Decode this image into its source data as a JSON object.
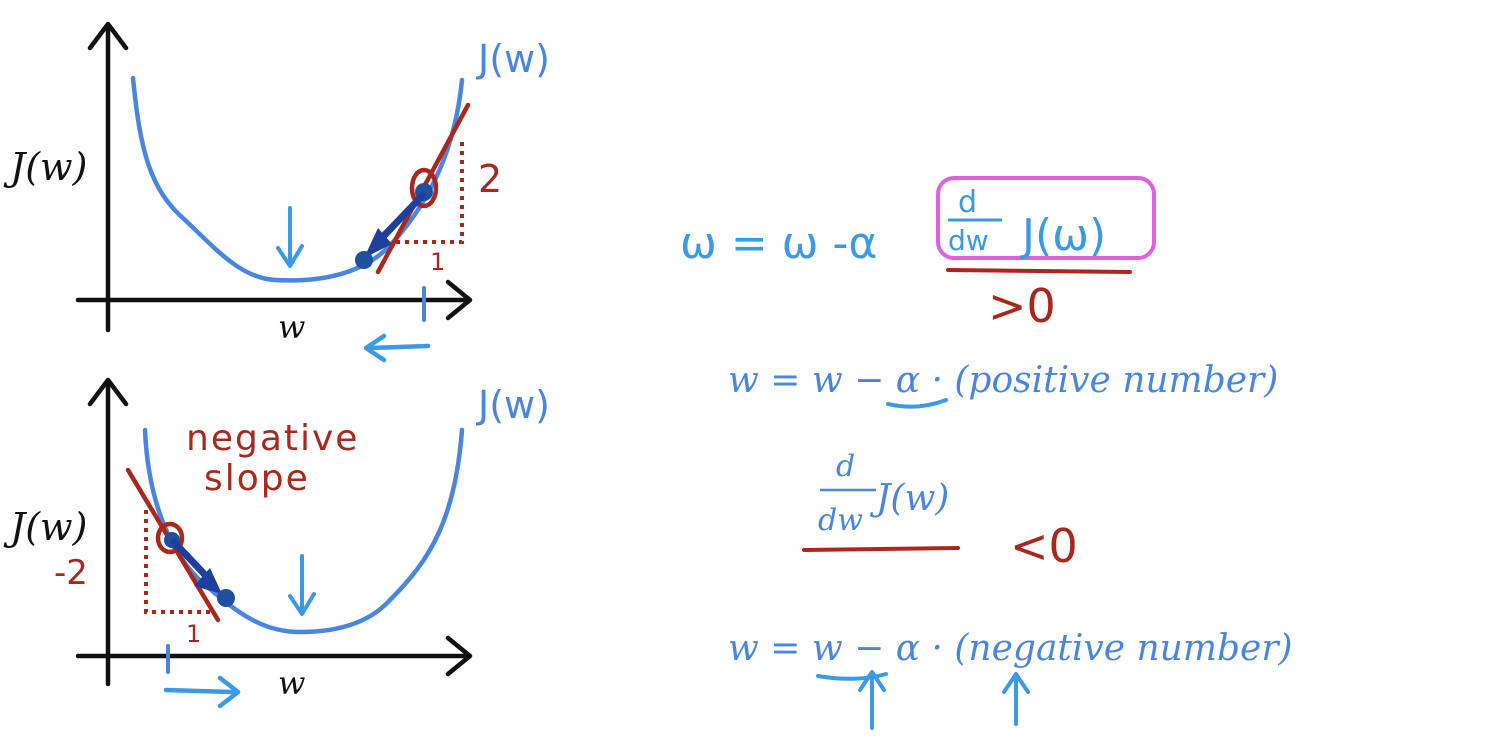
{
  "colors": {
    "blue": "#4a86e0",
    "light_blue": "#3a9ae8",
    "dark_blue": "#1f3f8f",
    "red": "#a8281e",
    "magenta": "#e060e0",
    "black": "#111111"
  },
  "top_plot": {
    "curve_label": "J(w)",
    "y_axis_label": "J(w)",
    "x_axis_label": "w",
    "rise_label": "2",
    "run_label": "1"
  },
  "bottom_plot": {
    "curve_label": "J(w)",
    "y_axis_label": "J(w)",
    "x_axis_label": "w",
    "annotation_line1": "negative",
    "annotation_line2": "slope",
    "rise_label": "-2",
    "run_label": "1"
  },
  "equations": {
    "update_rule_lhs": "ω = ω -α",
    "update_rule_deriv_num": "d",
    "update_rule_deriv_den": "dw",
    "update_rule_func": "J(ω)",
    "positive_condition": ">0",
    "positive_update": "w = w − α · (positive number)",
    "derivative_num": "d",
    "derivative_den": "dw",
    "derivative_func": "J(w)",
    "negative_condition": "<0",
    "negative_update": "w = w − α · (negative number)"
  }
}
